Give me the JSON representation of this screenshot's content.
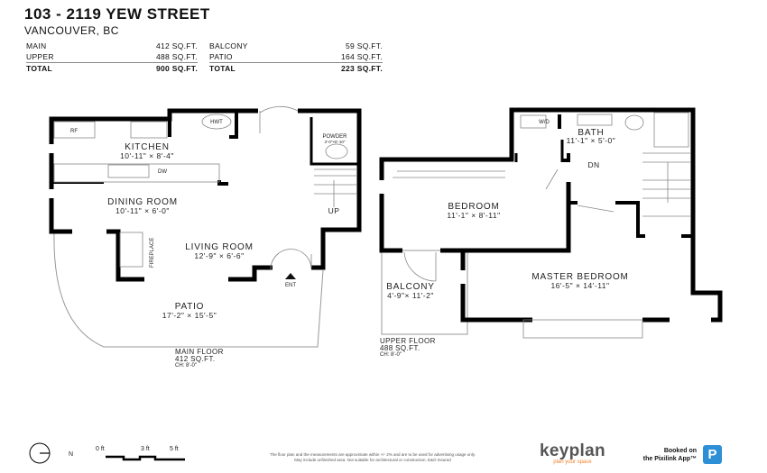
{
  "header": {
    "title": "103 - 2119 YEW STREET",
    "subtitle": "VANCOUVER, BC"
  },
  "areas_interior": [
    {
      "label": "MAIN",
      "value": "412 SQ.FT."
    },
    {
      "label": "UPPER",
      "value": "488 SQ.FT."
    },
    {
      "label": "TOTAL",
      "value": "900 SQ.FT."
    }
  ],
  "areas_exterior": [
    {
      "label": "BALCONY",
      "value": "59 SQ.FT."
    },
    {
      "label": "PATIO",
      "value": "164 SQ.FT."
    },
    {
      "label": "TOTAL",
      "value": "223 SQ.FT."
    }
  ],
  "main_floor": {
    "rooms": [
      {
        "name": "KITCHEN",
        "dim": "10'-11\"  ×  8'-4\""
      },
      {
        "name": "DINING ROOM",
        "dim": "10'-11\"  ×  6'-0\""
      },
      {
        "name": "LIVING ROOM",
        "dim": "12'-9\"  ×  6'-6\""
      },
      {
        "name": "PATIO",
        "dim": "17'-2\"  ×  15'-5\""
      },
      {
        "name": "POWDER",
        "dim": "3'-0\"×6'-10\""
      }
    ],
    "fixtures": {
      "rf": "RF",
      "hwt": "HWT",
      "dw": "DW",
      "fireplace": "FIREPLACE",
      "up": "UP",
      "ent": "ENT"
    },
    "label": {
      "name": "MAIN FLOOR",
      "area": "412 SQ.FT.",
      "ch": "CH: 8'-0\""
    }
  },
  "upper_floor": {
    "rooms": [
      {
        "name": "BATH",
        "dim": "11'-1\"  ×  5'-0\""
      },
      {
        "name": "BEDROOM",
        "dim": "11'-1\"  ×  8'-11\""
      },
      {
        "name": "MASTER BEDROOM",
        "dim": "16'-5\"  ×  14'-11\""
      },
      {
        "name": "BALCONY",
        "dim": "4'-9\"× 11'-2\""
      }
    ],
    "fixtures": {
      "wd": "W/D",
      "dn": "DN"
    },
    "label": {
      "name": "UPPER FLOOR",
      "area": "488 SQ.FT.",
      "ch": "CH: 8'-0\""
    }
  },
  "footer": {
    "north": "N",
    "scale_labels": [
      "0 ft",
      "3 ft",
      "5 ft"
    ],
    "disclaimer_1": "The floor plan and the measurements are approximate within +/- 2% and are to be used for advertising usage only.",
    "disclaimer_2": "May include unfinished area. Not suitable for architectural or construction. E&O Insured",
    "brand": "keyplan",
    "tagline": "plan your space",
    "booked_1": "Booked on",
    "booked_2": "the Pixilink App™",
    "badge": "P"
  }
}
